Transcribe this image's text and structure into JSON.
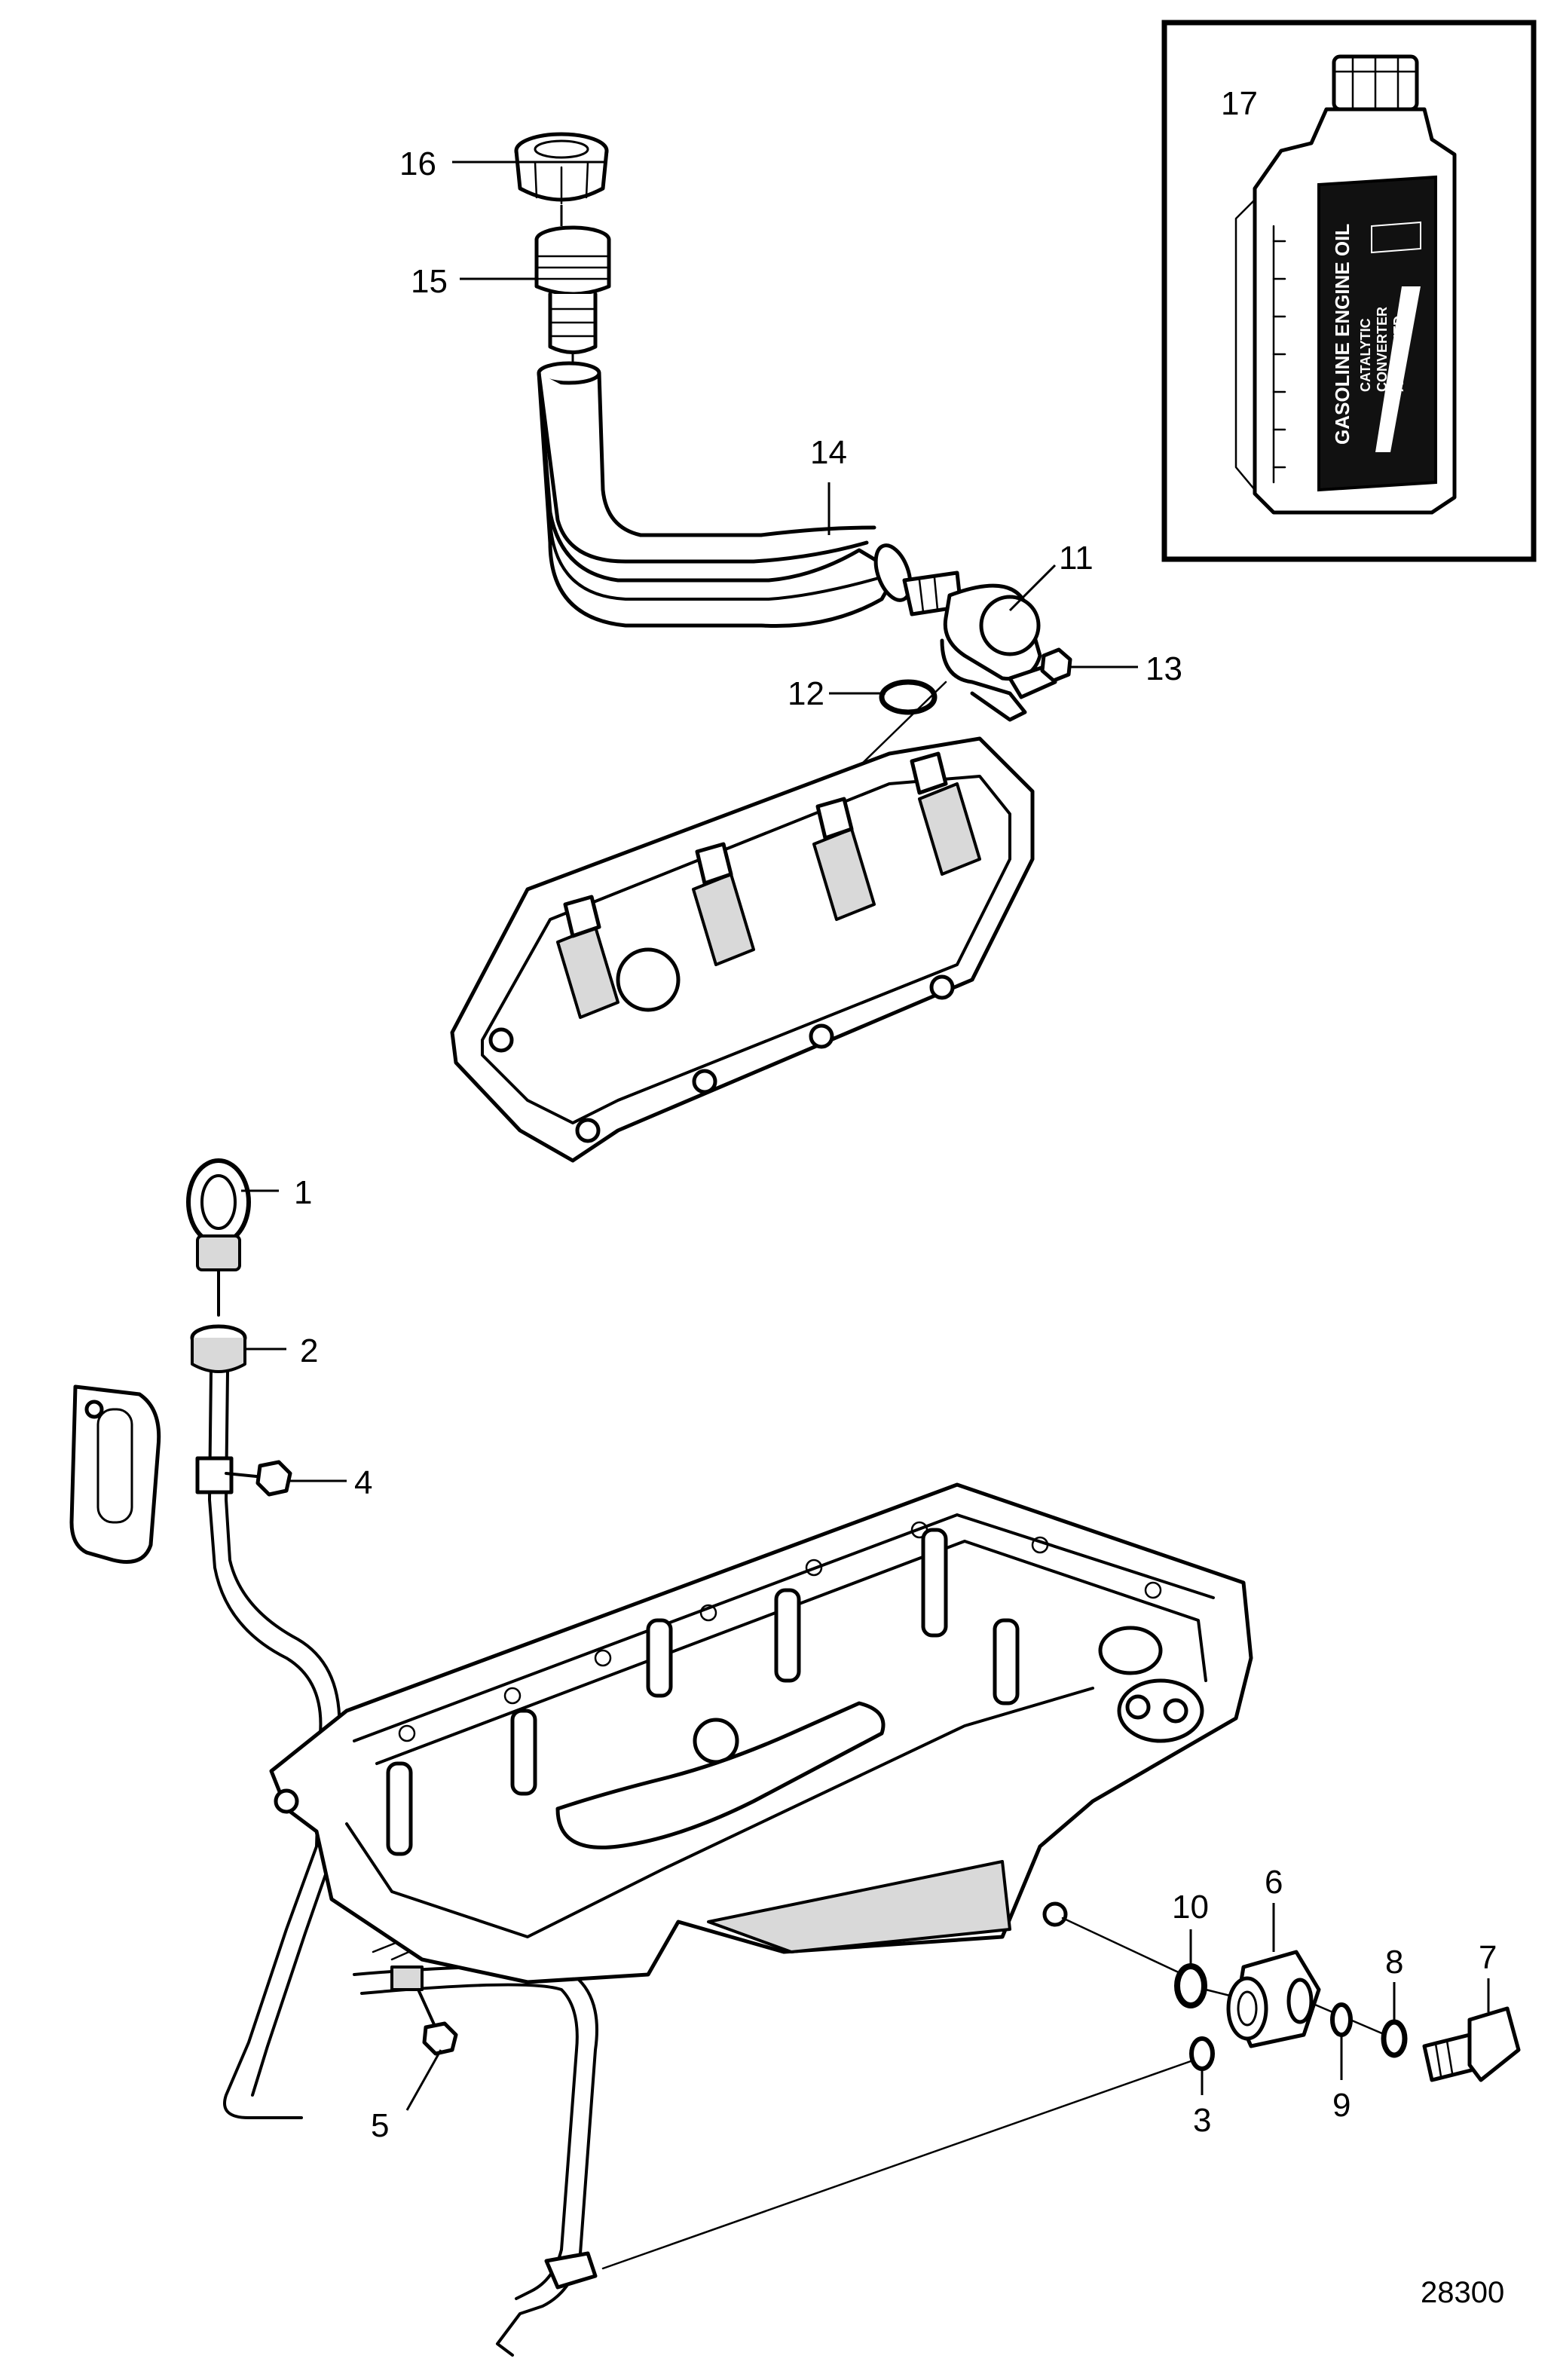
{
  "figure": {
    "reference_number": "28300",
    "callouts": [
      "1",
      "2",
      "3",
      "4",
      "5",
      "6",
      "7",
      "8",
      "9",
      "10",
      "11",
      "12",
      "13",
      "14",
      "15",
      "16",
      "17"
    ]
  },
  "oil_bottle": {
    "label_main": "GASOLINE ENGINE OIL",
    "label_sub_1": "CATALYTIC",
    "label_sub_2": "CONVERTER",
    "label_sub_3": "APPROVED"
  }
}
